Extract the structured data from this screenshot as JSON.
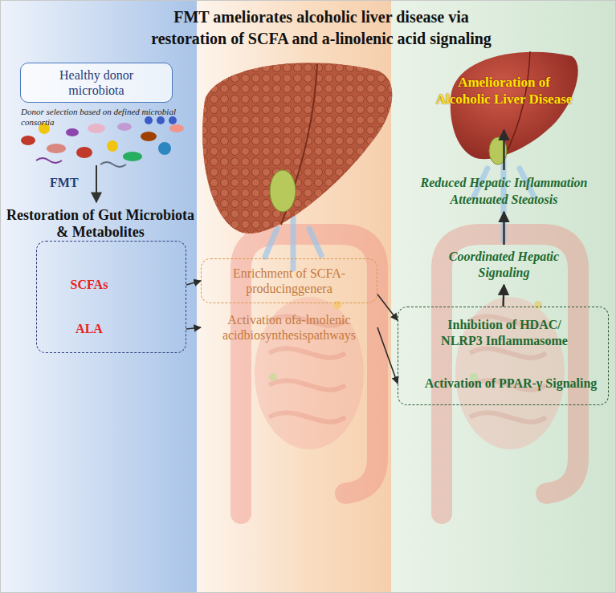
{
  "diagram": {
    "title": "FMT ameliorates alcoholic liver disease via restoration of SCFA and a-linolenic acid signaling",
    "nodes": [
      {
        "text": [
          "Healthy donor microbiota",
          "Donor selection based on defined microbial consortia"
        ]
      },
      {
        "text": [
          "SCFAs",
          "ALA"
        ]
      },
      {
        "text": [
          "Enrichment of SCFA-producinggenera"
        ]
      },
      {
        "text": [
          "Activation ofa-lmolenic acidbiosynthesispathways"
        ]
      },
      {
        "text": [
          "Inhibition of HDAC/ NLRP3 Inflammasome",
          "Activation of PPAR-γ Signaling"
        ]
      },
      {
        "text": [
          "Coordinated Hepatic Signaling"
        ]
      },
      {
        "text": [
          "Reduced Hepatic Inflammation Attenuated Steatosis"
        ]
      },
      {
        "text": [
          "Amelioration of Alcoholic Liver Disease"
        ]
      }
    ],
    "edges": [
      {
        "from": 1,
        "to": 2,
        "arrow": "to"
      },
      {
        "from": 1,
        "to": 3,
        "arrow": "to"
      },
      {
        "from": 2,
        "to": 4,
        "arrow": "to"
      },
      {
        "from": 3,
        "to": 4,
        "arrow": "to"
      },
      {
        "from": 4,
        "to": 5,
        "arrow": "to"
      },
      {
        "from": 5,
        "to": 6,
        "arrow": "to"
      },
      {
        "from": 6,
        "to": 7,
        "arrow": "to"
      }
    ],
    "labels": [
      "FMT",
      "Restoration of Gut Microbiota & Metabolites"
    ]
  }
}
